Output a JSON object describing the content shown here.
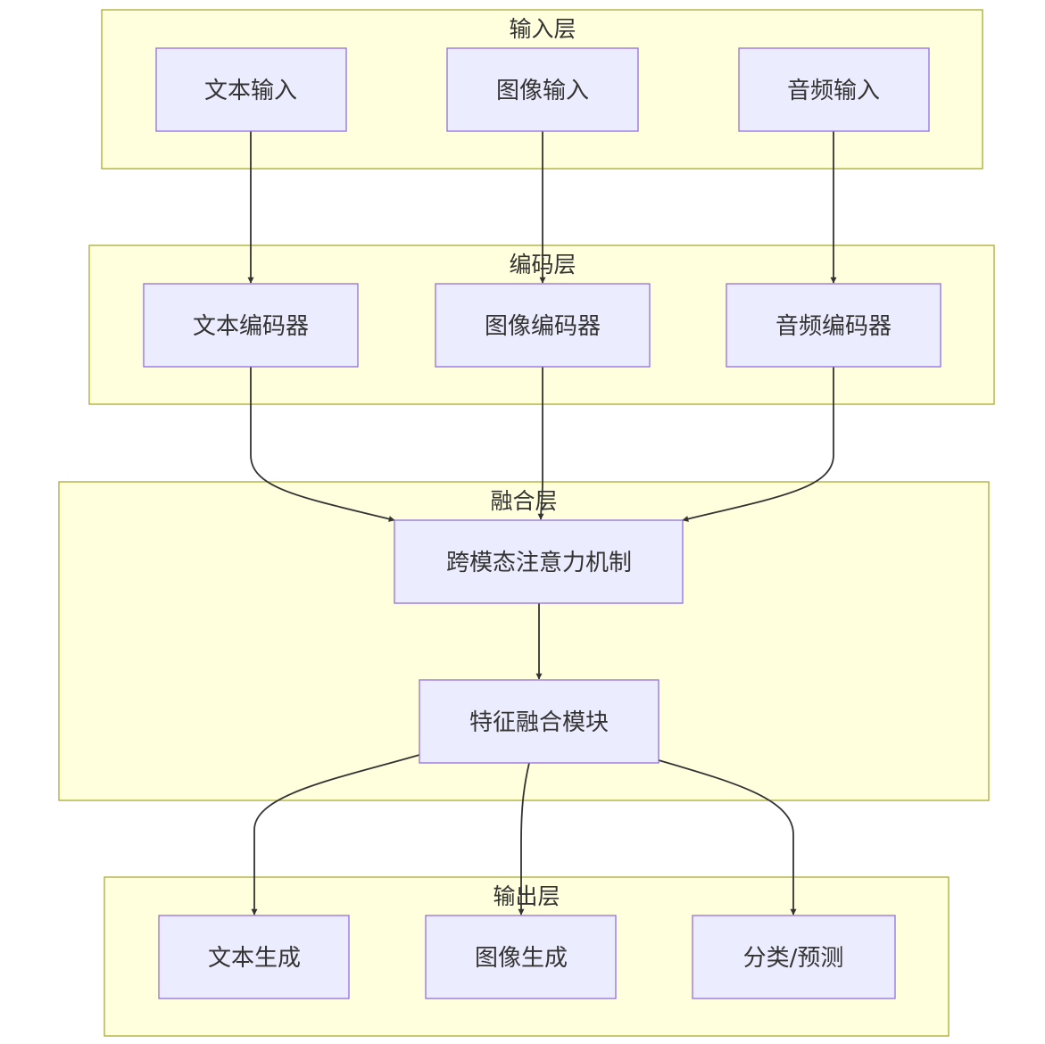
{
  "layers": {
    "input": "输入层",
    "encoding": "编码层",
    "fusion": "融合层",
    "output": "输出层"
  },
  "nodes": {
    "text_input": "文本输入",
    "image_input": "图像输入",
    "audio_input": "音频输入",
    "text_encoder": "文本编码器",
    "image_encoder": "图像编码器",
    "audio_encoder": "音频编码器",
    "cross_attention": "跨模态注意力机制",
    "feature_fusion": "特征融合模块",
    "text_generation": "文本生成",
    "image_generation": "图像生成",
    "classification": "分类/预测"
  },
  "edges": [
    {
      "from": "文本输入",
      "to": "文本编码器"
    },
    {
      "from": "图像输入",
      "to": "图像编码器"
    },
    {
      "from": "音频输入",
      "to": "音频编码器"
    },
    {
      "from": "文本编码器",
      "to": "跨模态注意力机制"
    },
    {
      "from": "图像编码器",
      "to": "跨模态注意力机制"
    },
    {
      "from": "音频编码器",
      "to": "跨模态注意力机制"
    },
    {
      "from": "跨模态注意力机制",
      "to": "特征融合模块"
    },
    {
      "from": "特征融合模块",
      "to": "文本生成"
    },
    {
      "from": "特征融合模块",
      "to": "图像生成"
    },
    {
      "from": "特征融合模块",
      "to": "分类/预测"
    }
  ],
  "colors": {
    "cluster_fill": "#ffffde",
    "cluster_border": "#aaaa33",
    "node_fill": "#ececff",
    "node_border": "#9370db",
    "edge": "#333333"
  }
}
